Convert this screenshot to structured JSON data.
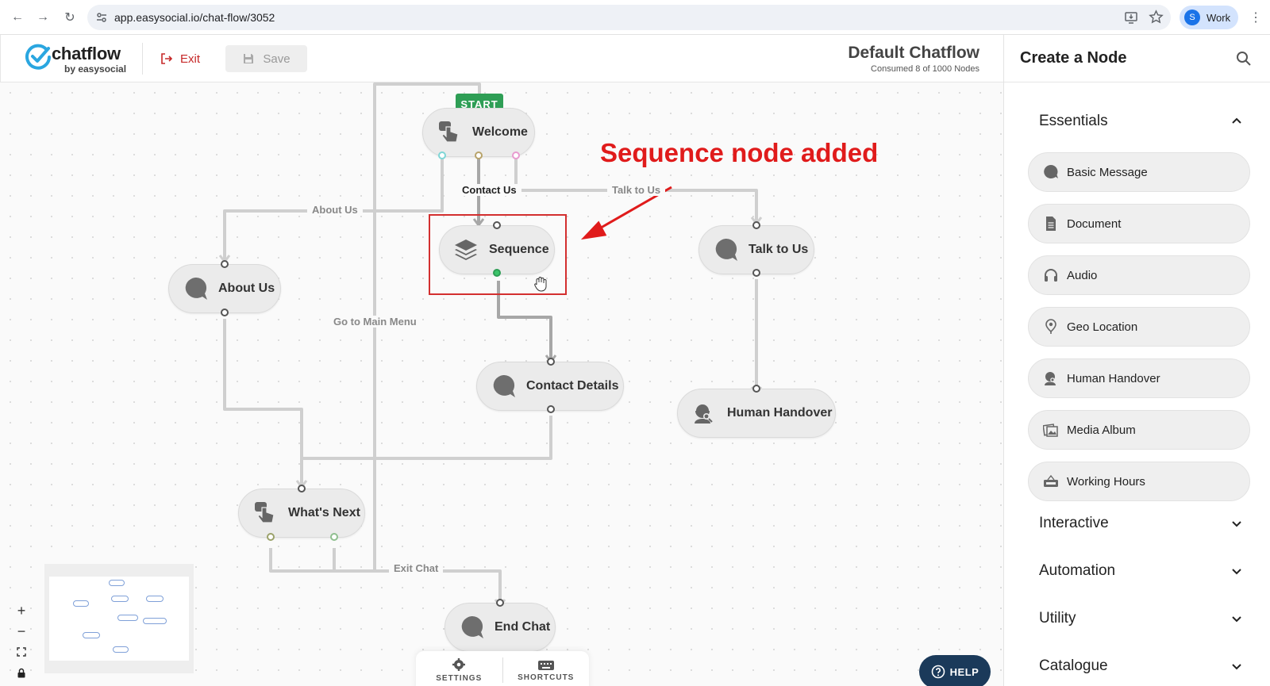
{
  "browser": {
    "url": "app.easysocial.io/chat-flow/3052",
    "profile_initial": "S",
    "profile_label": "Work"
  },
  "header": {
    "logo_word": "chatflow",
    "logo_sub": "by easysocial",
    "exit_label": "Exit",
    "save_label": "Save",
    "flow_title": "Default Chatflow",
    "flow_subtitle": "Consumed 8 of 1000 Nodes"
  },
  "canvas": {
    "start_badge": "START",
    "annotation": "Sequence node added",
    "nodes": {
      "welcome": "Welcome",
      "sequence": "Sequence",
      "talk_to_us": "Talk to Us",
      "about_us": "About Us",
      "contact_details": "Contact Details",
      "human_handover": "Human Handover",
      "whats_next": "What's Next",
      "end_chat": "End Chat"
    },
    "edge_labels": {
      "contact_us": "Contact Us",
      "talk_to_us": "Talk to Us",
      "about_us": "About Us",
      "go_to_main_menu": "Go to Main Menu",
      "exit_chat": "Exit Chat"
    }
  },
  "toolbar": {
    "settings_label": "SETTINGS",
    "shortcuts_label": "SHORTCUTS",
    "help_label": "HELP"
  },
  "zoom": {
    "plus": "+",
    "minus": "−"
  },
  "panel": {
    "title": "Create a Node",
    "sections": {
      "essentials": "Essentials",
      "interactive": "Interactive",
      "automation": "Automation",
      "utility": "Utility",
      "catalogue": "Catalogue"
    },
    "essentials_items": [
      "Basic Message",
      "Document",
      "Audio",
      "Geo Location",
      "Human Handover",
      "Media Album",
      "Working Hours"
    ]
  },
  "colors": {
    "accent_exit": "#c62828",
    "start_green": "#2e9e55",
    "annotation_red": "#e01b1b",
    "help_bg": "#1b3a5a"
  }
}
